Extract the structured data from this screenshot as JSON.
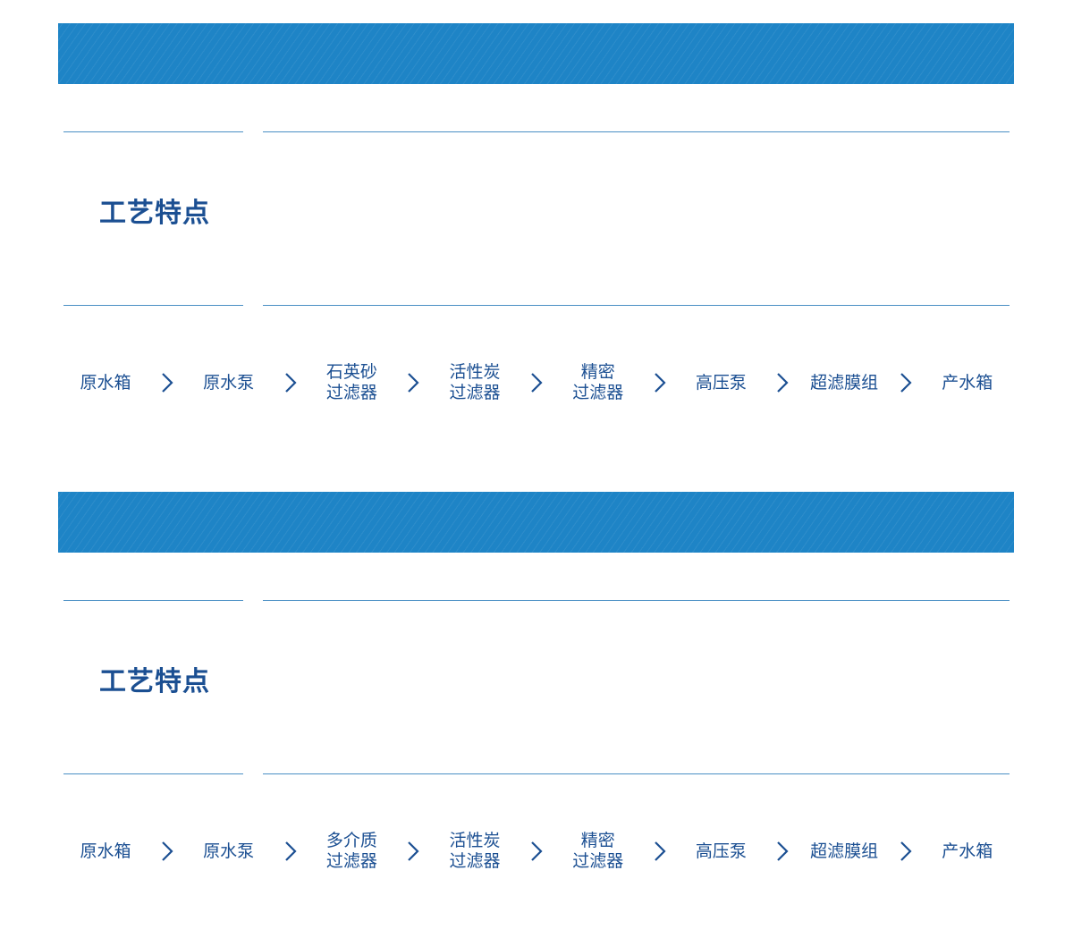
{
  "sections": [
    {
      "title": "工艺特点",
      "steps": [
        "原水箱",
        "原水泵",
        "石英砂\n过滤器",
        "活性炭\n过滤器",
        "精密\n过滤器",
        "高压泵",
        "超滤膜组",
        "产水箱"
      ]
    },
    {
      "title": "工艺特点",
      "steps": [
        "原水箱",
        "原水泵",
        "多介质\n过滤器",
        "活性炭\n过滤器",
        "精密\n过滤器",
        "高压泵",
        "超滤膜组",
        "产水箱"
      ]
    }
  ],
  "colors": {
    "banner": "#1e84c6",
    "text": "#1b4f92",
    "line": "#4a8fc4"
  },
  "icons": {
    "flow_arrow": "chevron-right-icon"
  }
}
